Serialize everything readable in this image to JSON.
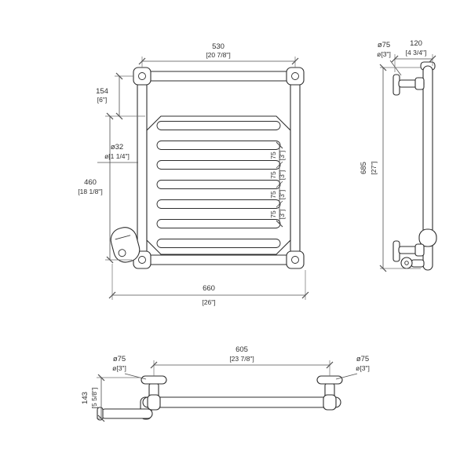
{
  "drawing": {
    "front_view": {
      "dims": {
        "centers_width": {
          "mm": "530",
          "in": "[20 7/8\"]"
        },
        "top_offset": {
          "mm": "154",
          "in": "[6\"]"
        },
        "tube_diameter": {
          "mm": "ø32",
          "in": "ø[1 1/4\"]"
        },
        "panel_height": {
          "mm": "460",
          "in": "[18 1/8\"]"
        },
        "overall_width": {
          "mm": "660",
          "in": "[26\"]"
        },
        "rung_spacings": [
          {
            "mm": "75",
            "in": "[3\"]"
          },
          {
            "mm": "75",
            "in": "[3\"]"
          },
          {
            "mm": "75",
            "in": "[3\"]"
          },
          {
            "mm": "75",
            "in": "[3\"]"
          }
        ]
      }
    },
    "side_view": {
      "dims": {
        "flange_diameter": {
          "mm": "ø75",
          "in": "ø[3\"]"
        },
        "wall_depth": {
          "mm": "120",
          "in": "[4 3/4\"]"
        },
        "overall_height": {
          "mm": "685",
          "in": "[27\"]"
        }
      }
    },
    "plan_view": {
      "dims": {
        "centers_width": {
          "mm": "605",
          "in": "[23 7/8\"]"
        },
        "flange_diameter_left": {
          "mm": "ø75",
          "in": "ø[3\"]"
        },
        "flange_diameter_right": {
          "mm": "ø75",
          "in": "ø[3\"]"
        },
        "overall_depth": {
          "mm": "143",
          "in": "[5 5/8\"]"
        }
      }
    }
  }
}
